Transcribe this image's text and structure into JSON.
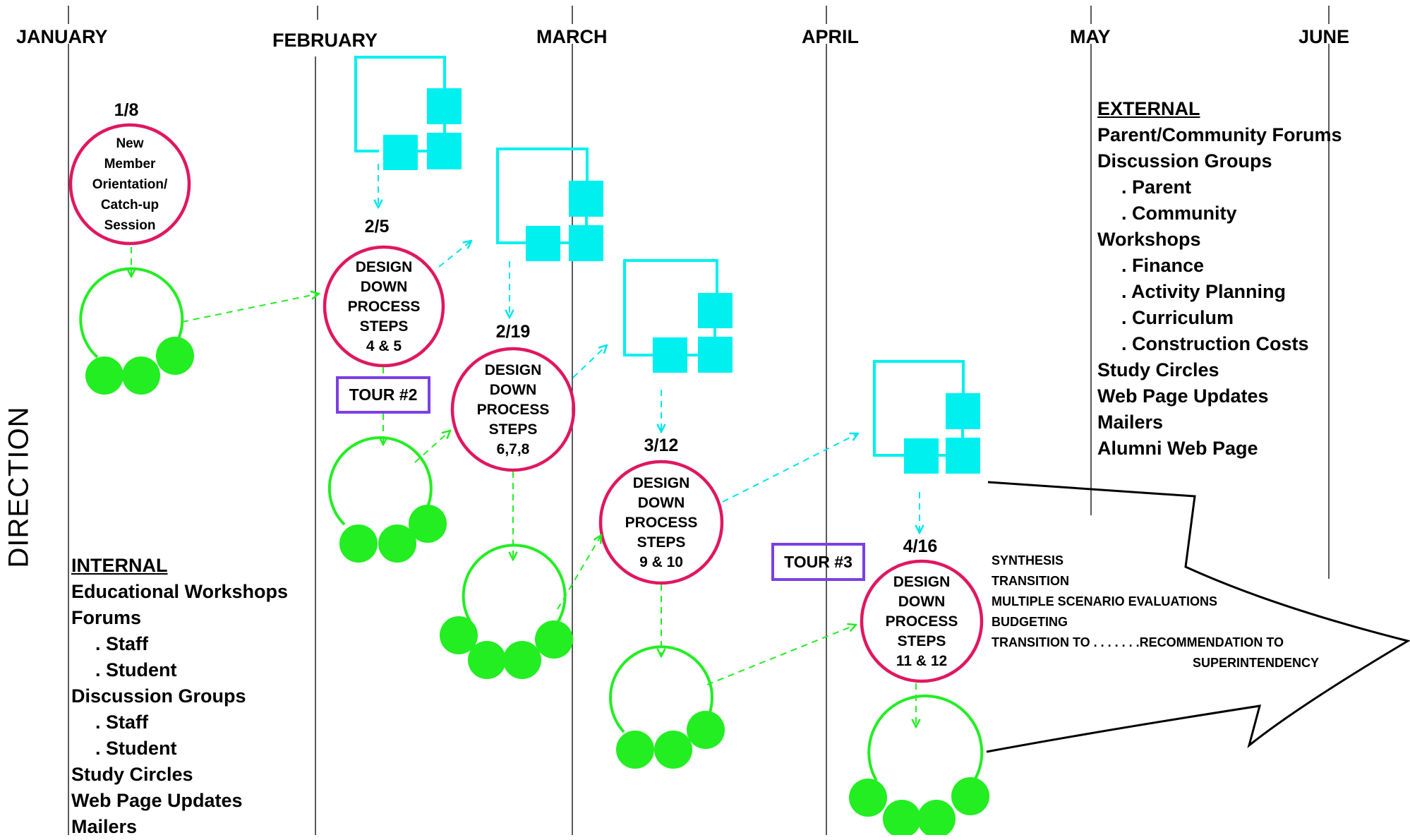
{
  "months": [
    "JANUARY",
    "FEBRUARY",
    "MARCH",
    "APRIL",
    "MAY",
    "JUNE"
  ],
  "side_label": "DIRECTION",
  "dates": [
    "1/8",
    "2/5",
    "2/19",
    "3/12",
    "4/16"
  ],
  "sessions": [
    [
      "New",
      "Member",
      "Orientation/",
      "Catch-up",
      "Session"
    ],
    [
      "DESIGN",
      "DOWN",
      "PROCESS",
      "STEPS",
      "4 & 5"
    ],
    [
      "DESIGN",
      "DOWN",
      "PROCESS",
      "STEPS",
      "6,7,8"
    ],
    [
      "DESIGN",
      "DOWN",
      "PROCESS",
      "STEPS",
      "9 & 10"
    ],
    [
      "DESIGN",
      "DOWN",
      "PROCESS",
      "STEPS",
      "11 & 12"
    ]
  ],
  "tours": [
    "TOUR #2",
    "TOUR #3"
  ],
  "internal": {
    "heading": "INTERNAL",
    "items": [
      "Educational Workshops",
      "Forums",
      ". Staff",
      ". Student",
      "Discussion Groups",
      ".  Staff",
      ".  Student",
      "Study Circles",
      "Web Page Updates",
      "Mailers"
    ]
  },
  "external": {
    "heading": "EXTERNAL",
    "items": [
      "Parent/Community Forums",
      "Discussion Groups",
      ".  Parent",
      ".  Community",
      "Workshops",
      ".  Finance",
      ".  Activity Planning",
      ".  Curriculum",
      ".  Construction Costs",
      "Study Circles",
      "Web Page Updates",
      "Mailers",
      "Alumni Web Page"
    ]
  },
  "final_steps": [
    "SYNTHESIS",
    "TRANSITION",
    "MULTIPLE SCENARIO EVALUATIONS",
    "BUDGETING",
    "TRANSITION TO . . . . . . .RECOMMENDATION TO",
    "SUPERINTENDENCY"
  ],
  "colors": {
    "session_circle": "#e0175f",
    "study_circle": "#22ee22",
    "group_block": "#00f0f0",
    "tour_box": "#7b3fe4",
    "arrow_outline": "#000000"
  }
}
